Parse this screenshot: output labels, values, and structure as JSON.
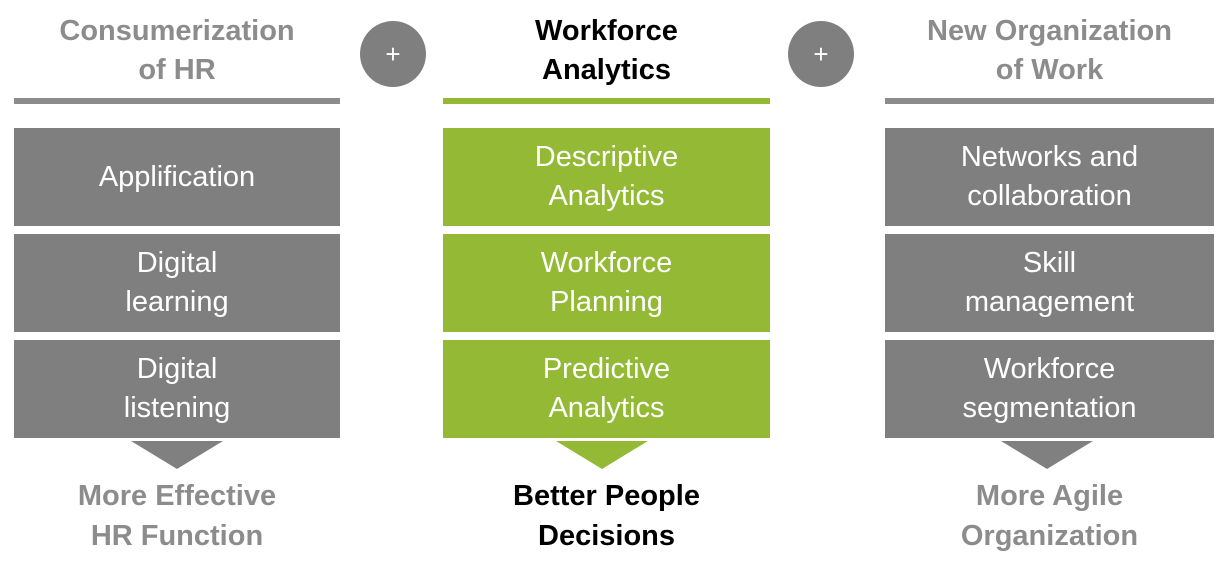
{
  "colors": {
    "grey_box": "#7f7f7f",
    "grey_text": "#8c8c8c",
    "green": "#93b935",
    "dark_text": "#000000"
  },
  "plus_symbol": "+",
  "columns": [
    {
      "header": "Consumerization\nof HR",
      "boxes": [
        "Applification",
        "Digital\nlearning",
        "Digital\nlistening"
      ],
      "outcome": "More Effective\nHR Function"
    },
    {
      "header": "Workforce\nAnalytics",
      "boxes": [
        "Descriptive\nAnalytics",
        "Workforce\nPlanning",
        "Predictive\nAnalytics"
      ],
      "outcome": "Better People\nDecisions"
    },
    {
      "header": "New Organization\nof Work",
      "boxes": [
        "Networks  and\ncollaboration",
        "Skill\nmanagement",
        "Workforce\nsegmentation"
      ],
      "outcome": "More Agile\nOrganization"
    }
  ]
}
